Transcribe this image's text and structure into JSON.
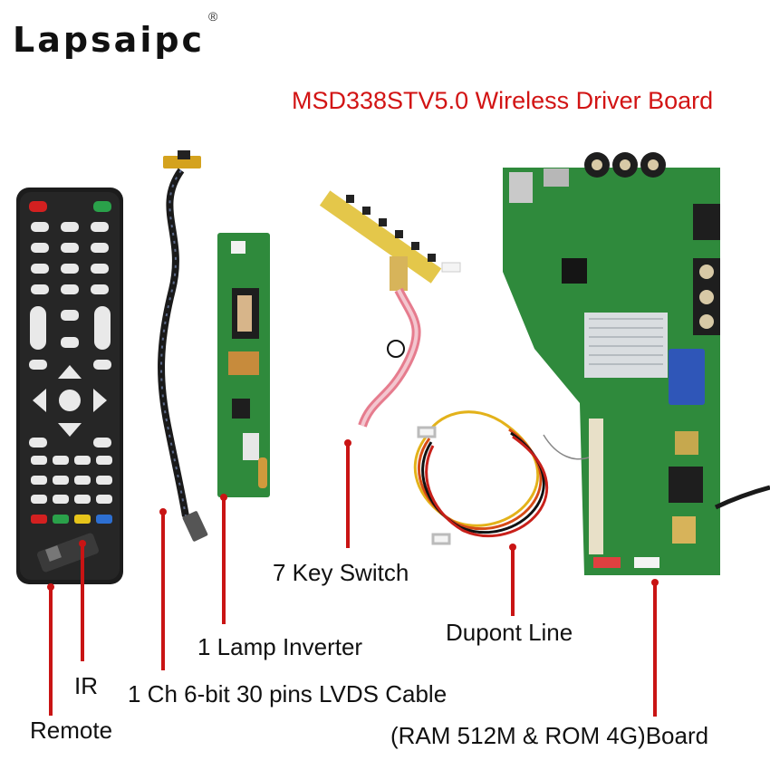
{
  "brand": {
    "name": "Lapsaipc",
    "registered_mark": "®"
  },
  "title": "MSD338STV5.0 Wireless Driver Board",
  "labels": {
    "key_switch": "7 Key Switch",
    "dupont_line": "Dupont Line",
    "lamp_inverter": "1 Lamp Inverter",
    "ir": "IR",
    "lvds_cable": "1 Ch 6-bit 30 pins LVDS Cable",
    "remote": "Remote",
    "board": "(RAM 512M & ROM 4G)Board"
  },
  "colors": {
    "title": "#d21414",
    "pointer": "#c91414",
    "pcb": "#2f8a3c",
    "remote_body": "#1c1c1c"
  }
}
